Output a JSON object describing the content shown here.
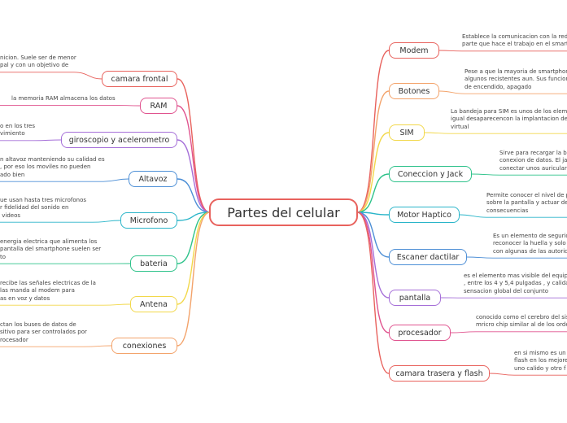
{
  "central": {
    "title": "Partes del celular",
    "color": "#e8625d"
  },
  "left": [
    {
      "label": "camara frontal",
      "color": "#e8625d",
      "note": "nicion. Suele ser de menor\npal y con un objetivo de"
    },
    {
      "label": "RAM",
      "color": "#e0548f",
      "note": "la memoria RAM almacena los datos"
    },
    {
      "label": "giroscopio y acelerometro",
      "color": "#a56fd8",
      "note": "o en los tres\nvimiento"
    },
    {
      "label": "Altavoz",
      "color": "#4d8fd6",
      "note": "n altavoz manteniendo su calidad es\n, por eso los moviles no pueden\nado bien"
    },
    {
      "label": "Microfono",
      "color": "#2ab5c9",
      "note": "ue usan hasta tres microfonos\nr fidelidad del sonido en\n videos"
    },
    {
      "label": "bateria",
      "color": "#2ec28a",
      "note": "energia electrica que alimenta los\npantalla del smartphone suelen ser\nto"
    },
    {
      "label": "Antena",
      "color": "#f2d84a",
      "note": "recibe las señales electricas de la\nlas manda al modem para\nas en voz y datos"
    },
    {
      "label": "conexiones",
      "color": "#f3a36b",
      "note": "ctan los buses de datos de\nsitivo para ser controlados por\nrocesador"
    }
  ],
  "right": [
    {
      "label": "Modem",
      "color": "#e8625d",
      "note": "Establece la comunicacion con la red\nparte que hace el trabajo en el smartp"
    },
    {
      "label": "Botones",
      "color": "#f3a36b",
      "note": "Pese a que la mayoria de smartphon\nalgunos recistentes aun. Sus funcione\nde encendido, apagado"
    },
    {
      "label": "SIM",
      "color": "#f2d84a",
      "note": "La bandeja para SIM es unos de los eleme\nigual desaparecencon la implantacion de l\nvirtual"
    },
    {
      "label": "Coneccion y Jack",
      "color": "#2ec28a",
      "note": "Sirve para recargar la ba\nconexion de datos. El ja\nconectar unos auriculare"
    },
    {
      "label": "Motor Haptico",
      "color": "#2ab5c9",
      "note": "Permite conocer el nivel de p\nsobre la pantalla y actuar de\nconsecuencias"
    },
    {
      "label": "Escaner dactilar",
      "color": "#4d8fd6",
      "note": "Es un elemento de segurid\nreconocer la huella y solo c\ncon algunas de las autorid"
    },
    {
      "label": "pantalla",
      "color": "#a56fd8",
      "note": "es el elemento mas visible del equipo\n, entre los 4 y 5,4 pulgadas , y calidad\nsensacion global del conjunto"
    },
    {
      "label": "procesador",
      "color": "#e0548f",
      "note": "conocido como el cerebro del sist\nmricro chip similar al de los orde"
    },
    {
      "label": "camara trasera y flash",
      "color": "#e8625d",
      "note": "en si mismo es un\nflash en los mejore\nuno calido y otro f"
    }
  ]
}
